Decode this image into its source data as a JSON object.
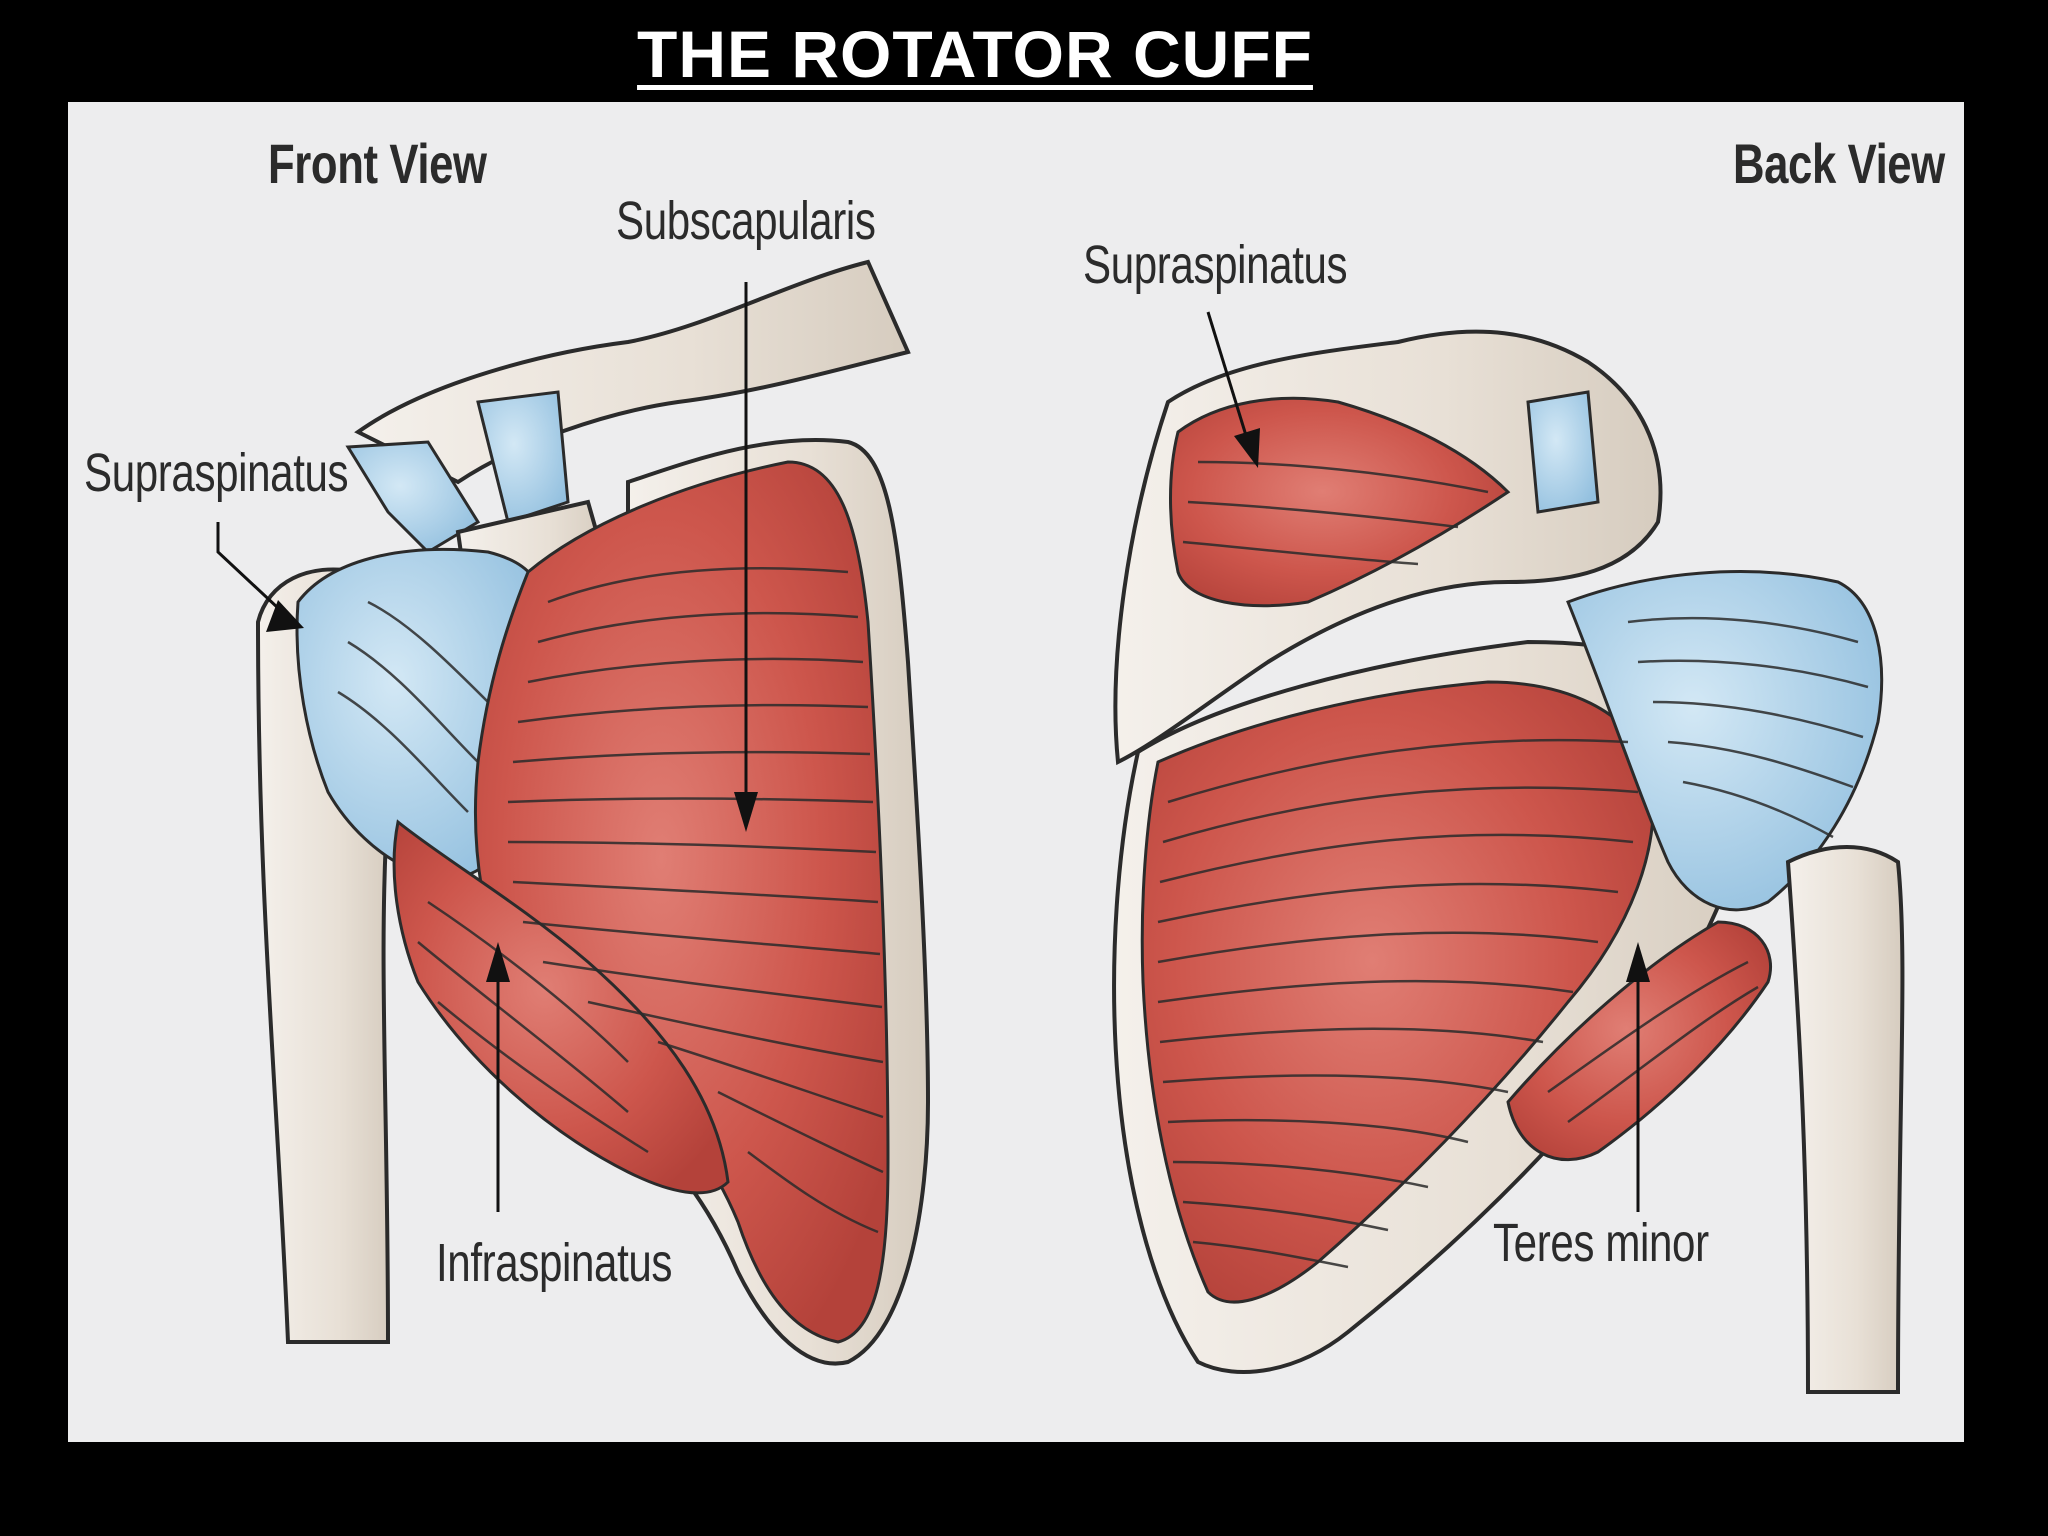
{
  "title": "THE ROTATOR CUFF",
  "views": {
    "front": "Front View",
    "back": "Back View"
  },
  "labels": {
    "front_subscapularis": "Subscapularis",
    "front_supraspinatus": "Supraspinatus",
    "front_infraspinatus": "Infraspinatus",
    "back_supraspinatus": "Supraspinatus",
    "back_teres_minor": "Teres minor"
  },
  "colors": {
    "background": "#000000",
    "panel": "#ededee",
    "muscle_red": "#c9524a",
    "tendon_blue": "#a9cfe6",
    "bone": "#ece6df",
    "outline": "#2b2b2b"
  }
}
